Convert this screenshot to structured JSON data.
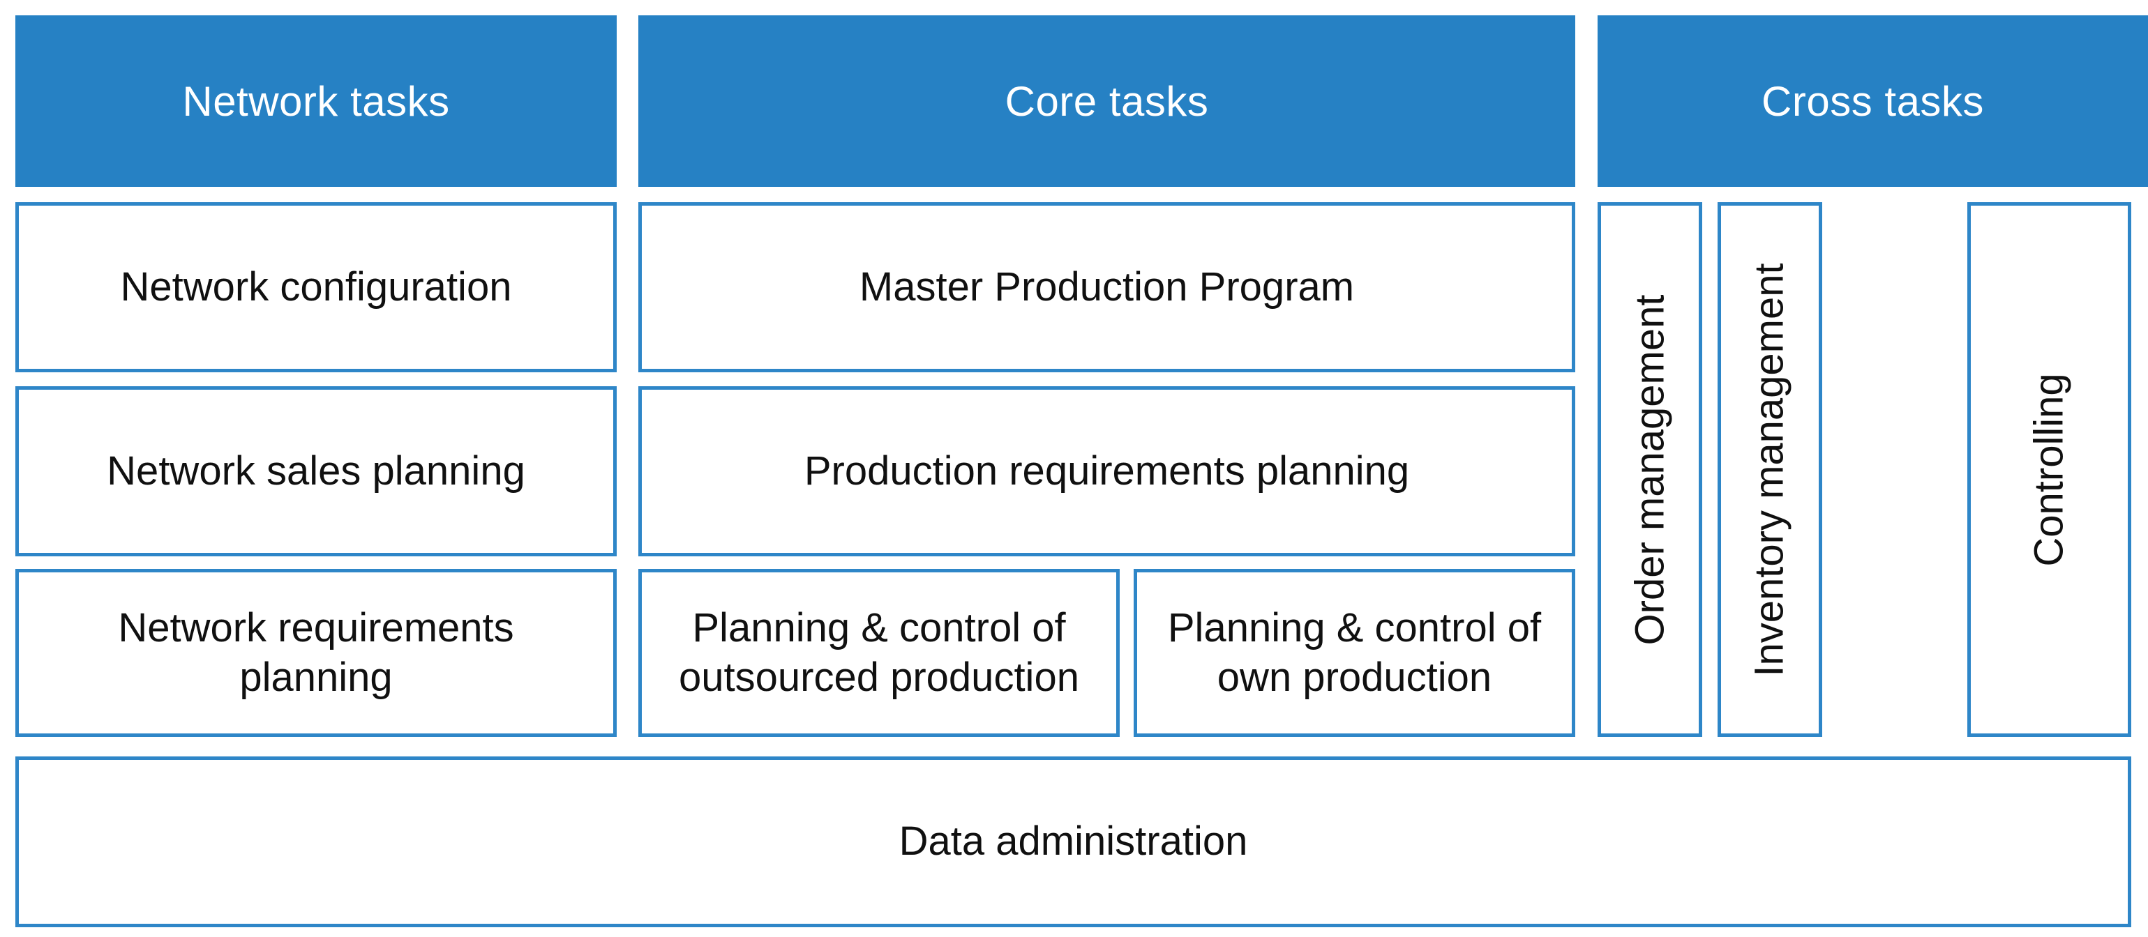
{
  "diagram": {
    "title_bar": {
      "headers": [
        {
          "id": "network-tasks",
          "label": "Network tasks"
        },
        {
          "id": "core-tasks",
          "label": "Core tasks"
        },
        {
          "id": "cross-tasks",
          "label": "Cross tasks"
        }
      ]
    },
    "columns": {
      "network": {
        "header": "Network tasks",
        "items": [
          "Network configuration",
          "Network sales planning",
          "Network requirements\nplanning"
        ]
      },
      "core": {
        "header": "Core tasks",
        "items": [
          "Master Production Program",
          "Production requirements planning"
        ],
        "split_row": [
          "Planning & control of\noutsourced production",
          "Planning & control of\nown production"
        ]
      },
      "cross": {
        "header": "Cross tasks",
        "items": [
          "Order management",
          "Inventory management",
          "Controlling"
        ]
      }
    },
    "footer": {
      "label": "Data administration"
    },
    "colors": {
      "header_fill": "#2681C4",
      "box_border": "#2E86C8",
      "box_fill": "#FFFFFF",
      "header_text": "#FFFFFF",
      "body_text": "#101010"
    }
  }
}
